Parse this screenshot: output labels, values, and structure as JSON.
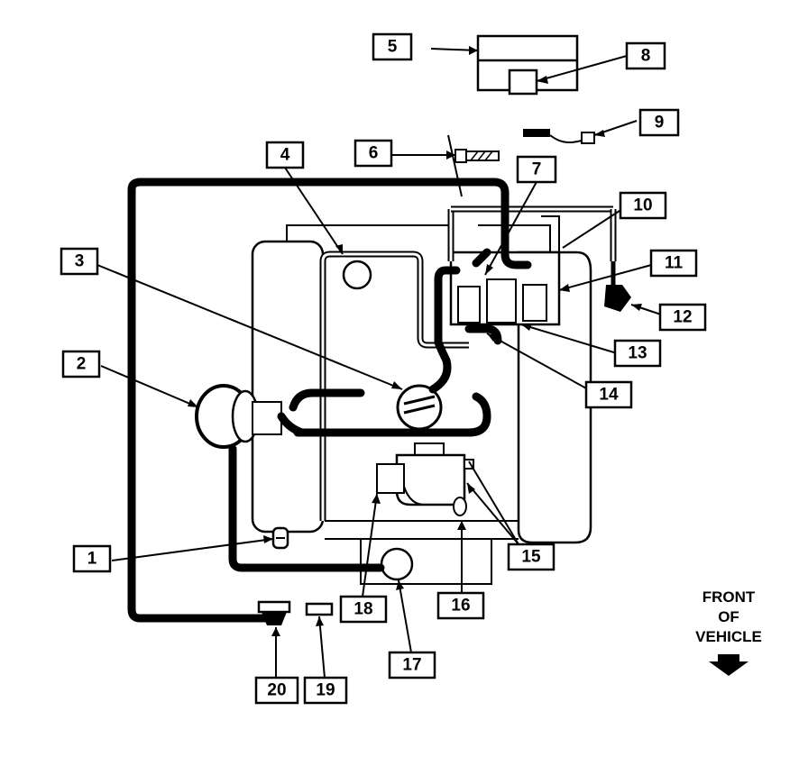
{
  "callouts": [
    {
      "id": "1",
      "label": "1"
    },
    {
      "id": "2",
      "label": "2"
    },
    {
      "id": "3",
      "label": "3"
    },
    {
      "id": "4",
      "label": "4"
    },
    {
      "id": "5",
      "label": "5"
    },
    {
      "id": "6",
      "label": "6"
    },
    {
      "id": "7",
      "label": "7"
    },
    {
      "id": "8",
      "label": "8"
    },
    {
      "id": "9",
      "label": "9"
    },
    {
      "id": "10",
      "label": "10"
    },
    {
      "id": "11",
      "label": "11"
    },
    {
      "id": "12",
      "label": "12"
    },
    {
      "id": "13",
      "label": "13"
    },
    {
      "id": "14",
      "label": "14"
    },
    {
      "id": "15",
      "label": "15"
    },
    {
      "id": "16",
      "label": "16"
    },
    {
      "id": "17",
      "label": "17"
    },
    {
      "id": "18",
      "label": "18"
    },
    {
      "id": "19",
      "label": "19"
    },
    {
      "id": "20",
      "label": "20"
    }
  ],
  "front_indicator": {
    "line1": "FRONT",
    "line2": "OF",
    "line3": "VEHICLE"
  }
}
